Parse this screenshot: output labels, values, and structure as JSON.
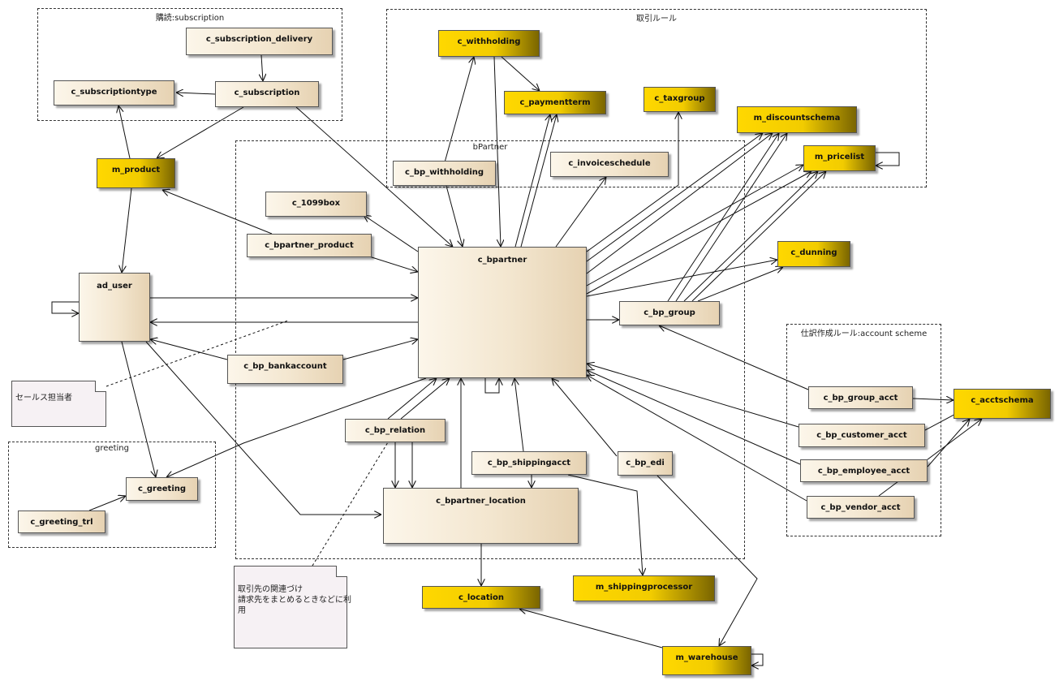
{
  "packages": {
    "subscription": "購読:subscription",
    "torihiki": "取引ルール",
    "bpartner": "bPartner",
    "account_scheme": "仕訳作成ルール:account scheme",
    "greeting": "greeting"
  },
  "entities": {
    "c_subscription_delivery": "c_subscription_delivery",
    "c_subscriptiontype": "c_subscriptiontype",
    "c_subscription": "c_subscription",
    "m_product": "m_product",
    "c_withholding": "c_withholding",
    "c_paymentterm": "c_paymentterm",
    "c_taxgroup": "c_taxgroup",
    "m_discountschema": "m_discountschema",
    "m_pricelist": "m_pricelist",
    "c_bp_withholding": "c_bp_withholding",
    "c_invoiceschedule": "c_invoiceschedule",
    "c_1099box": "c_1099box",
    "c_bpartner_product": "c_bpartner_product",
    "c_bpartner": "c_bpartner",
    "c_dunning": "c_dunning",
    "ad_user": "ad_user",
    "c_bp_group": "c_bp_group",
    "c_bp_bankaccount": "c_bp_bankaccount",
    "c_bp_group_acct": "c_bp_group_acct",
    "c_acctschema": "c_acctschema",
    "c_bp_relation": "c_bp_relation",
    "c_bp_customer_acct": "c_bp_customer_acct",
    "c_bp_shippingacct": "c_bp_shippingacct",
    "c_bp_edi": "c_bp_edi",
    "c_bp_employee_acct": "c_bp_employee_acct",
    "c_greeting": "c_greeting",
    "c_bpartner_location": "c_bpartner_location",
    "c_bp_vendor_acct": "c_bp_vendor_acct",
    "c_greeting_trl": "c_greeting_trl",
    "m_shippingprocessor": "m_shippingprocessor",
    "c_location": "c_location",
    "m_warehouse": "m_warehouse"
  },
  "notes": {
    "sales_rep": "セールス担当者",
    "relation_line1": "取引先の関連づけ",
    "relation_line2": "請求先をまとめるときなどに利",
    "relation_line3": "用"
  },
  "colors": {
    "master_table": "#ffd800",
    "detail_table": "#f3e6cf",
    "line": "#111111"
  }
}
